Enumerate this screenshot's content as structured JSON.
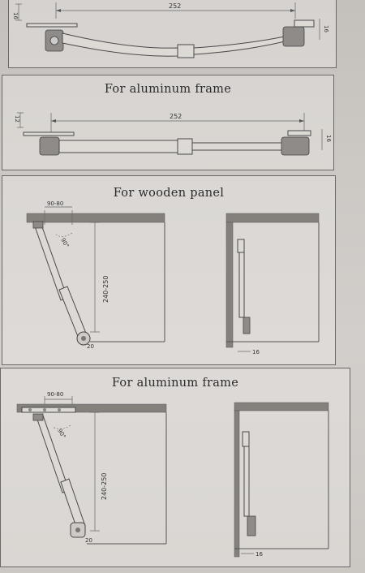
{
  "panels": [
    {
      "title": "wooden",
      "dimensions": {
        "length": "252",
        "left_height": "16",
        "right_height": "16"
      }
    },
    {
      "title": "For aluminum frame",
      "dimensions": {
        "length": "252",
        "left_height": "12",
        "right_height": "16"
      }
    },
    {
      "title": "For wooden panel",
      "dimensions": {
        "top_span": "90-80",
        "angle": "90°",
        "height_range": "240-250",
        "bottom_offset": "20",
        "side_offset": "16"
      }
    },
    {
      "title": "For aluminum frame",
      "dimensions": {
        "top_span": "90-80",
        "angle": "90°",
        "height_range": "240-250",
        "bottom_offset": "20",
        "side_offset": "16"
      }
    }
  ]
}
